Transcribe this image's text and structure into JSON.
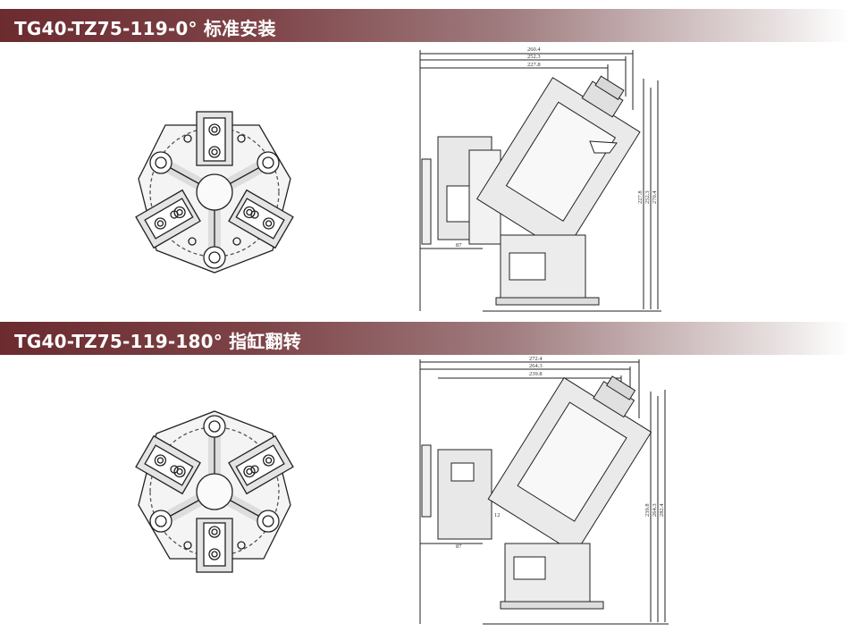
{
  "sections": [
    {
      "title": "TG40-TZ75-119-0° 标准安装",
      "dims": {
        "w1": "260.4",
        "w2": "252.3",
        "w3": "227.8",
        "h1": "227.8",
        "h2": "252.3",
        "h3": "270.4",
        "offset": "87"
      }
    },
    {
      "title": "TG40-TZ75-119-180° 指缸翻转",
      "dims": {
        "w1": "272.4",
        "w2": "264.3",
        "w3": "239.8",
        "h1": "239.8",
        "h2": "264.3",
        "h3": "282.4",
        "offset": "87",
        "small": "12"
      }
    }
  ]
}
